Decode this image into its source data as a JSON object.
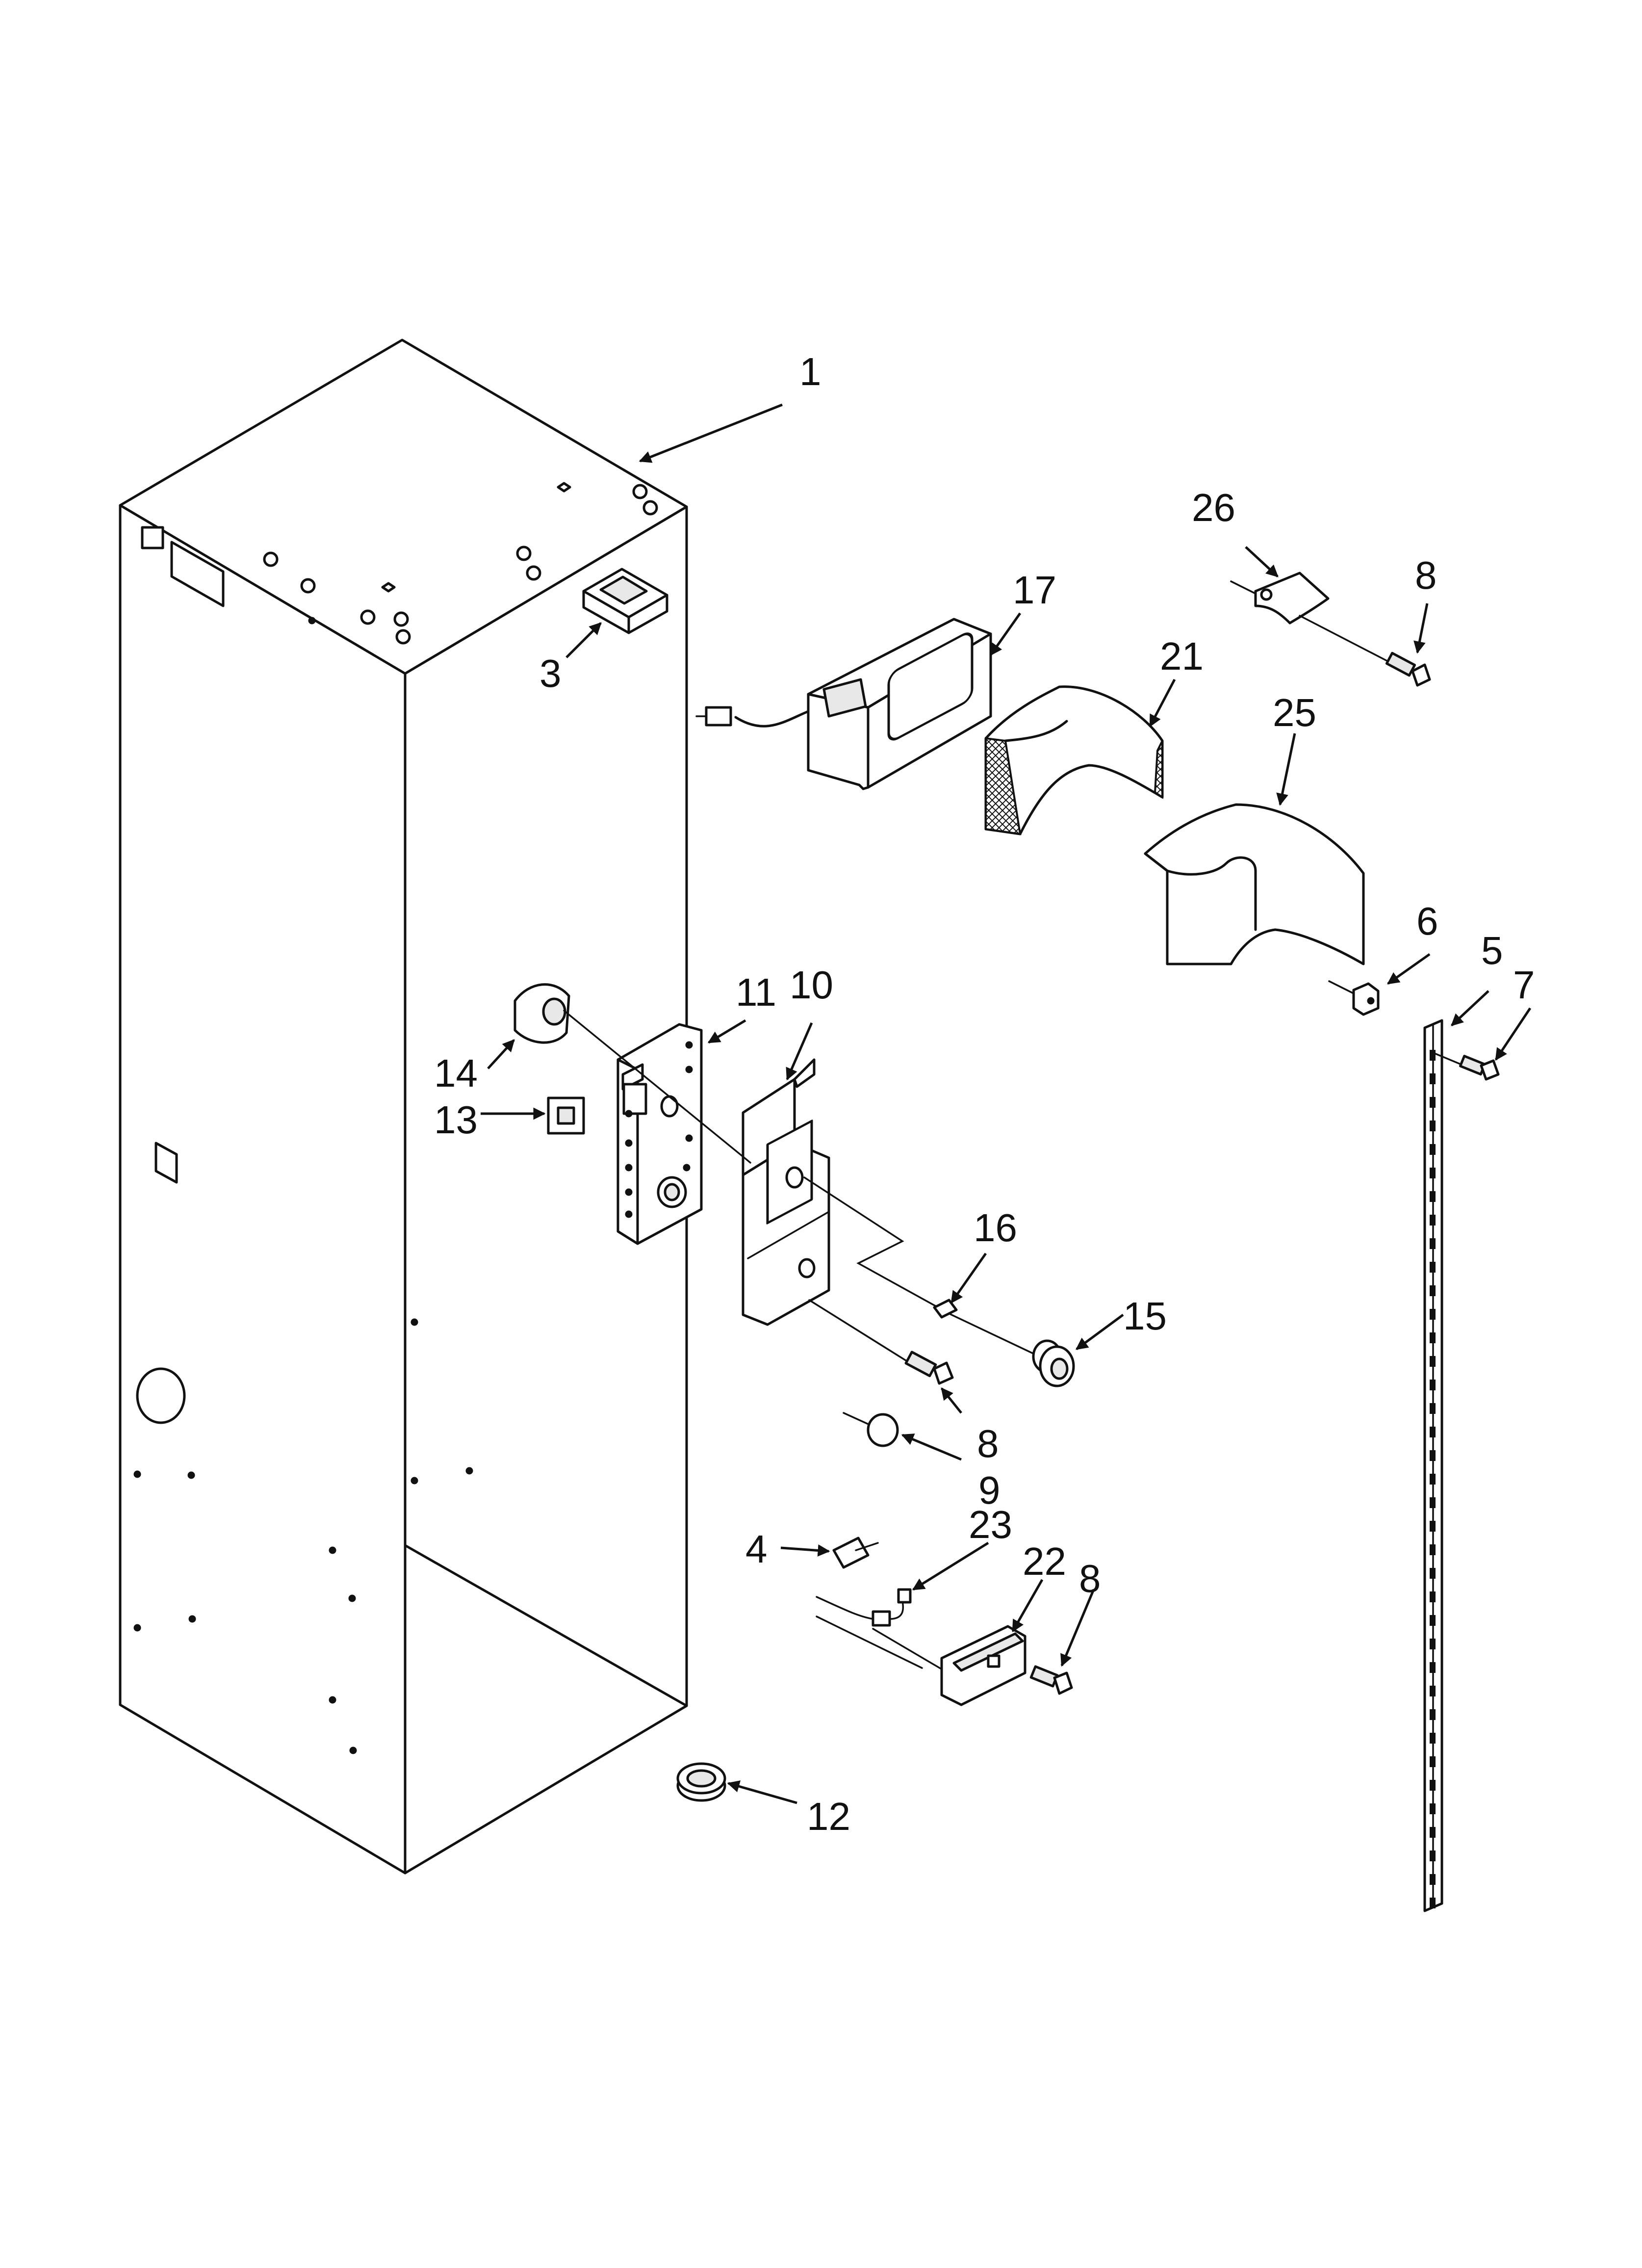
{
  "callouts": [
    {
      "id": "1",
      "text": "1"
    },
    {
      "id": "3",
      "text": "3"
    },
    {
      "id": "26",
      "text": "26"
    },
    {
      "id": "8a",
      "text": "8"
    },
    {
      "id": "17",
      "text": "17"
    },
    {
      "id": "21",
      "text": "21"
    },
    {
      "id": "25",
      "text": "25"
    },
    {
      "id": "6",
      "text": "6"
    },
    {
      "id": "5",
      "text": "5"
    },
    {
      "id": "7",
      "text": "7"
    },
    {
      "id": "11",
      "text": "11"
    },
    {
      "id": "10",
      "text": "10"
    },
    {
      "id": "14",
      "text": "14"
    },
    {
      "id": "13",
      "text": "13"
    },
    {
      "id": "16",
      "text": "16"
    },
    {
      "id": "15",
      "text": "15"
    },
    {
      "id": "8b",
      "text": "8"
    },
    {
      "id": "9",
      "text": "9"
    },
    {
      "id": "4",
      "text": "4"
    },
    {
      "id": "23",
      "text": "23"
    },
    {
      "id": "22",
      "text": "22"
    },
    {
      "id": "8c",
      "text": "8"
    },
    {
      "id": "12",
      "text": "12"
    }
  ],
  "colors": {
    "line": "#111111",
    "background": "#ffffff",
    "shade": "#e8e8e8"
  }
}
